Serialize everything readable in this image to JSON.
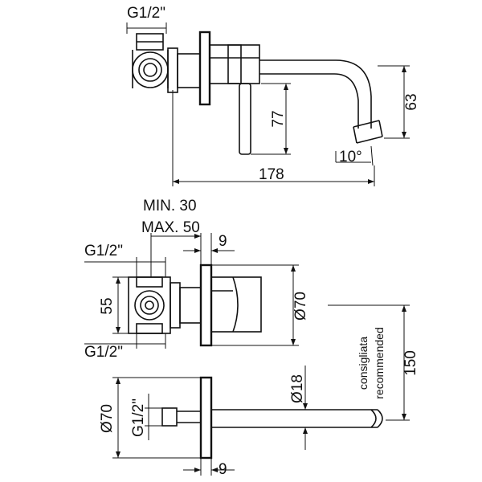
{
  "labels": {
    "top_inlet": "G1/2\"",
    "spout_height": "63",
    "handle_height": "77",
    "spout_angle": "10°",
    "total_length": "178",
    "min_depth": "MIN. 30",
    "max_depth": "MAX. 50",
    "plate_thickness_top": "9",
    "inlet_upper": "G1/2\"",
    "body_width": "55",
    "rosette_diameter": "Ø70",
    "inlet_lower": "G1/2\"",
    "recommended_it": "consigliata",
    "recommended_en": "recommended",
    "recommended_height": "150",
    "spout_diameter": "Ø18",
    "rosette_diameter_bottom": "Ø70",
    "inlet_bottom": "G1/2\"",
    "plate_thickness_bottom": "9"
  }
}
